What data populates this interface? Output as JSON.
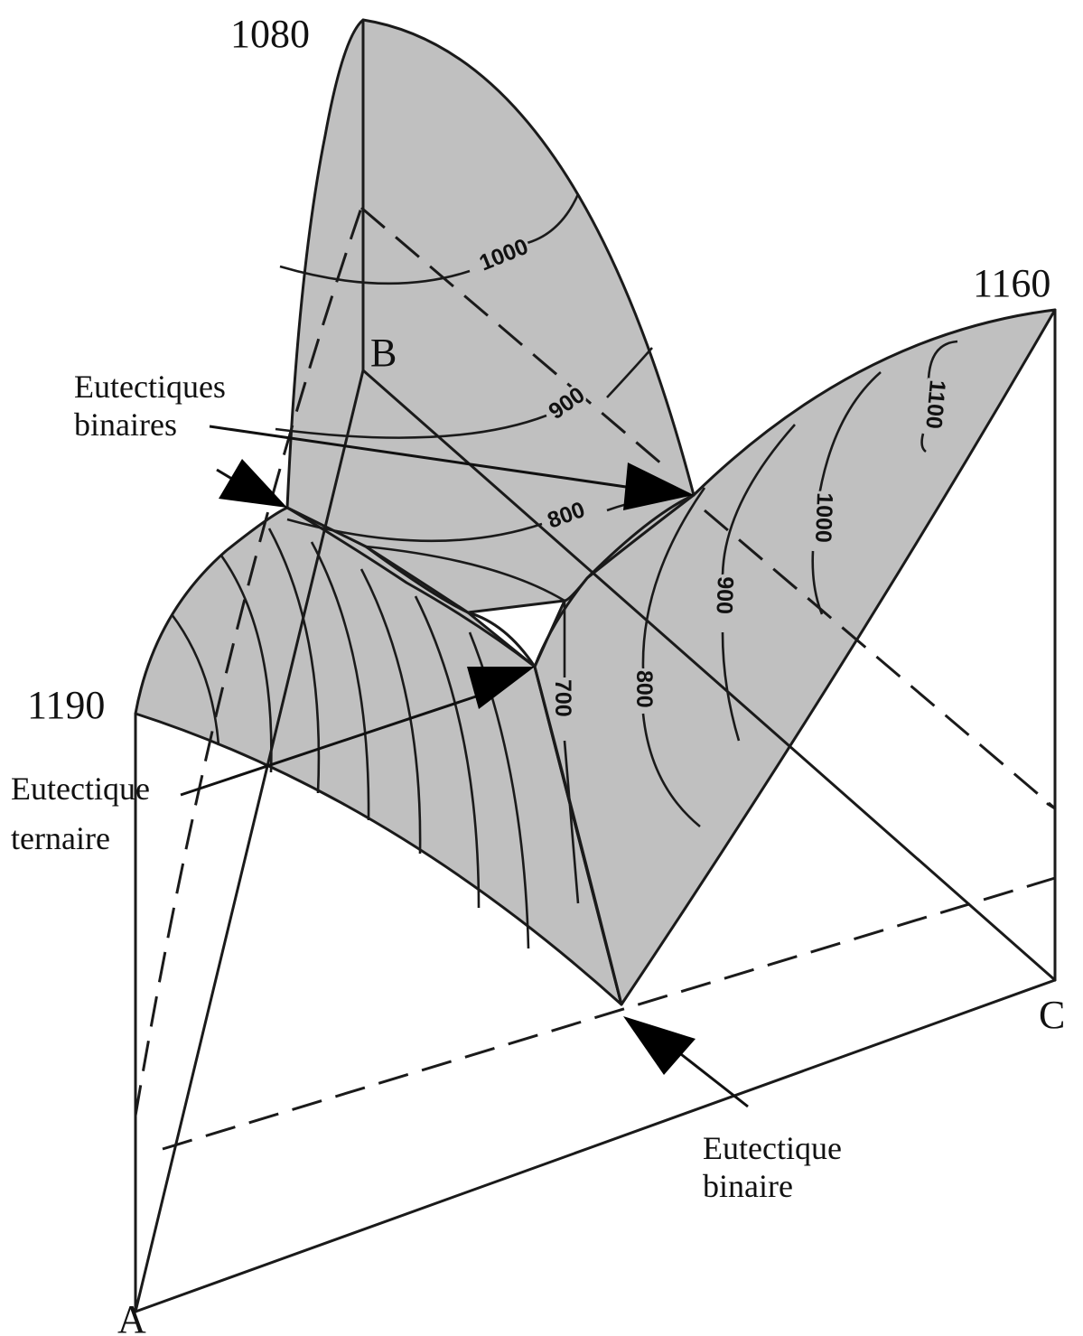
{
  "vertices": {
    "A": "A",
    "B": "B",
    "C": "C"
  },
  "melting_points": {
    "A": "1190",
    "B": "1080",
    "C": "1160"
  },
  "labels": {
    "binary_eutectics_line1": "Eutectiques",
    "binary_eutectics_line2": "binaires",
    "ternary_eutectic_line1": "Eutectique",
    "ternary_eutectic_line2": "ternaire",
    "binary_eutectic_line1": "Eutectique",
    "binary_eutectic_line2": "binaire"
  },
  "isotherms": {
    "b_1000": "1000",
    "b_900": "900",
    "b_800": "800",
    "c_1100": "1100",
    "c_1000": "1000",
    "c_900": "900",
    "c_800": "800",
    "center_700": "700"
  },
  "colors": {
    "surface": "#c0c0c0",
    "line": "#1a1a1a"
  }
}
